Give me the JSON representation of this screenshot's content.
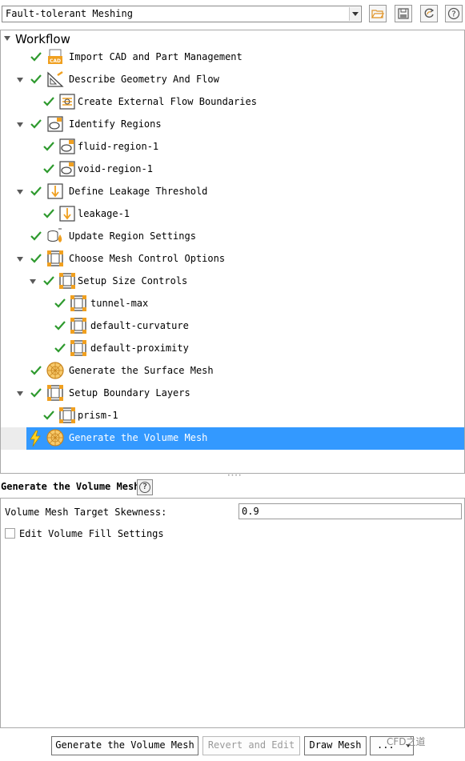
{
  "toolbar": {
    "workflow_select": "Fault-tolerant Meshing",
    "icons": [
      "folder-open-icon",
      "save-icon",
      "refresh-icon",
      "help-icon"
    ]
  },
  "tree": {
    "root_label": "Workflow",
    "items": [
      {
        "label": "Import CAD and Part Management",
        "icon": "cad-icon",
        "status": "done"
      },
      {
        "label": "Describe Geometry And Flow",
        "icon": "geometry-icon",
        "status": "done"
      },
      {
        "label": "Create External Flow Boundaries",
        "icon": "boundary-icon",
        "status": "done"
      },
      {
        "label": "Identify Regions",
        "icon": "region-icon",
        "status": "done"
      },
      {
        "label": "fluid-region-1",
        "icon": "region-icon",
        "status": "done"
      },
      {
        "label": "void-region-1",
        "icon": "region-icon",
        "status": "done"
      },
      {
        "label": "Define Leakage Threshold",
        "icon": "leakage-icon",
        "status": "done"
      },
      {
        "label": "leakage-1",
        "icon": "leakage-icon",
        "status": "done"
      },
      {
        "label": "Update Region Settings",
        "icon": "region-settings-icon",
        "status": "done"
      },
      {
        "label": "Choose Mesh Control Options",
        "icon": "mesh-control-icon",
        "status": "done"
      },
      {
        "label": "Setup Size Controls",
        "icon": "mesh-control-icon",
        "status": "done"
      },
      {
        "label": "tunnel-max",
        "icon": "mesh-control-icon",
        "status": "done"
      },
      {
        "label": "default-curvature",
        "icon": "mesh-control-icon",
        "status": "done"
      },
      {
        "label": "default-proximity",
        "icon": "mesh-control-icon",
        "status": "done"
      },
      {
        "label": "Generate the Surface Mesh",
        "icon": "sphere-mesh-icon",
        "status": "done"
      },
      {
        "label": "Setup Boundary Layers",
        "icon": "mesh-control-icon",
        "status": "done"
      },
      {
        "label": "prism-1",
        "icon": "mesh-control-icon",
        "status": "done"
      },
      {
        "label": "Generate the Volume Mesh",
        "icon": "sphere-mesh-icon",
        "status": "pending"
      }
    ]
  },
  "task": {
    "title": "Generate the Volume Mesh",
    "skewness_label": "Volume Mesh Target Skewness:",
    "skewness_value": "0.9",
    "fill_settings_label": "Edit Volume Fill Settings"
  },
  "buttons": {
    "generate": "Generate the Volume Mesh",
    "revert": "Revert and Edit",
    "draw": "Draw Mesh",
    "more": "..."
  },
  "watermark": "CFD之道",
  "colors": {
    "selection": "#3399ff",
    "check": "#2e9a2e",
    "icon_orange": "#f0a020"
  }
}
